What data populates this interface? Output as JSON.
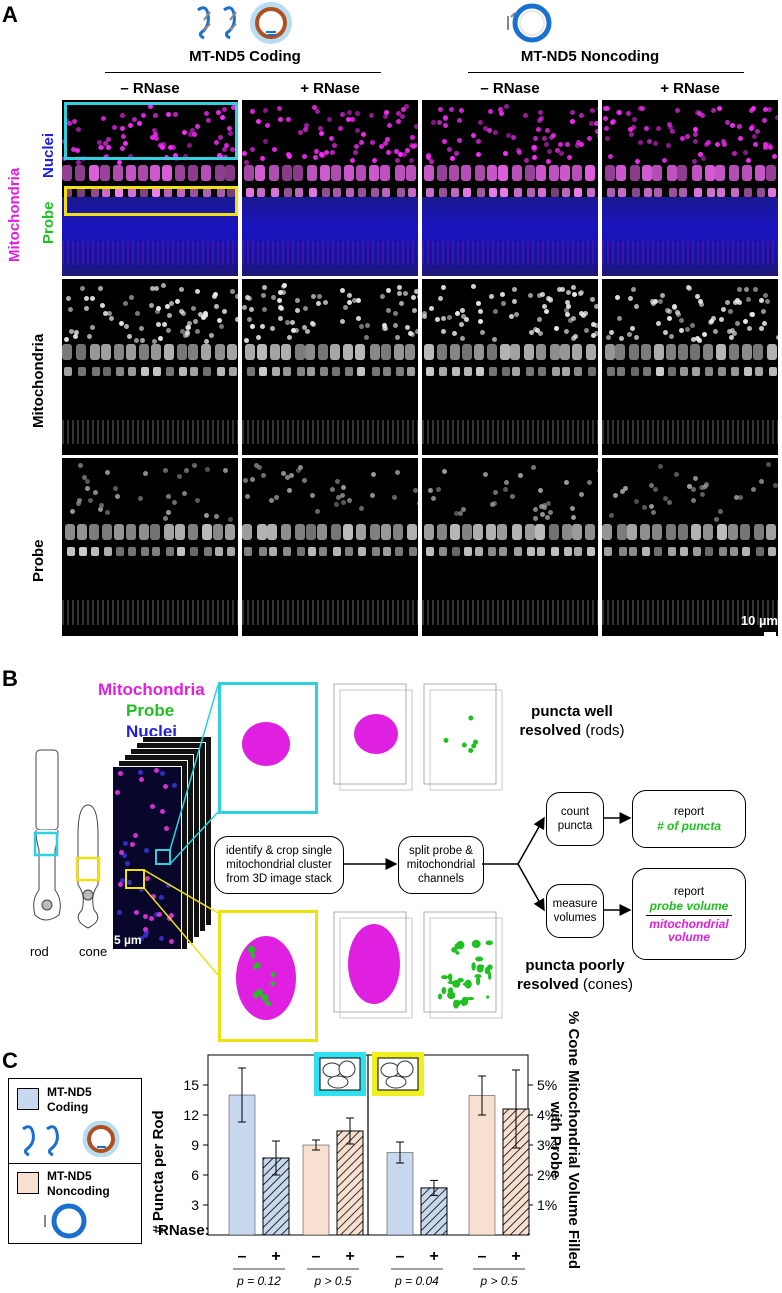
{
  "panelA": {
    "letter": "A",
    "col_group_1": "MT-ND5 Coding",
    "col_group_2": "MT-ND5 Noncoding",
    "col_minus": "– RNase",
    "col_plus": "+ RNase",
    "row_merge_labels": [
      "Mitochondria",
      "Nuclei",
      "Probe"
    ],
    "row_merge_colors": [
      "#e020e0",
      "#2020e0",
      "#20c020"
    ],
    "row_2": "Mitochondria",
    "row_3": "Probe",
    "scalebar": "10 µm"
  },
  "panelB": {
    "letter": "B",
    "legend": [
      "Mitochondria",
      "Probe",
      "Nuclei"
    ],
    "rod": "rod",
    "cone": "cone",
    "scalebar": "5 µm",
    "step1": "identify & crop single mitochondrial cluster from 3D image stack",
    "step2": "split probe & mitochondrial channels",
    "rods_head_1": "puncta well",
    "rods_head_2": "resolved",
    "rods_head_3": "(rods)",
    "cones_head_1": "puncta poorly",
    "cones_head_2": "resolved",
    "cones_head_3": "(cones)",
    "count": "count puncta",
    "measure": "measure volumes",
    "report": "report",
    "report_rods": "# of puncta",
    "report_num": "probe volume",
    "report_den": "mitochondrial volume"
  },
  "panelC": {
    "letter": "C",
    "legend_coding": "MT-ND5 Coding",
    "legend_noncoding": "MT-ND5 Noncoding",
    "ylabel_left": "# Puncta per Rod",
    "ylabel_right": "% Cone Mitochondrial Volume Filled with Probe",
    "rnase_label": "RNase:",
    "minus": "–",
    "plus": "+",
    "pvalues": [
      "p = 0.12",
      "p > 0.5",
      "p = 0.04",
      "p > 0.5"
    ]
  },
  "chart_data": {
    "type": "bar",
    "left_axis": {
      "ylabel": "# Puncta per Rod",
      "ylim": [
        0,
        18
      ],
      "ticks": [
        3,
        6,
        9,
        12,
        15
      ]
    },
    "right_axis": {
      "ylabel": "% Cone Mitochondrial Volume Filled with Probe",
      "ylim": [
        0,
        6
      ],
      "ticks": [
        "1%",
        "2%",
        "3%",
        "4%",
        "5%"
      ]
    },
    "categories": [
      "–",
      "+",
      "–",
      "+",
      "–",
      "+",
      "–",
      "+"
    ],
    "bars": [
      {
        "group": "rods",
        "probe": "MT-ND5 Coding",
        "rnase": "–",
        "value": 14.0,
        "err": 2.7,
        "axis": "left"
      },
      {
        "group": "rods",
        "probe": "MT-ND5 Coding",
        "rnase": "+",
        "value": 7.7,
        "err": 1.7,
        "axis": "left"
      },
      {
        "group": "rods",
        "probe": "MT-ND5 Noncoding",
        "rnase": "–",
        "value": 9.0,
        "err": 0.5,
        "axis": "left"
      },
      {
        "group": "rods",
        "probe": "MT-ND5 Noncoding",
        "rnase": "+",
        "value": 10.4,
        "err": 1.3,
        "axis": "left"
      },
      {
        "group": "cones",
        "probe": "MT-ND5 Coding",
        "rnase": "–",
        "value": 2.75,
        "err": 0.35,
        "axis": "right"
      },
      {
        "group": "cones",
        "probe": "MT-ND5 Coding",
        "rnase": "+",
        "value": 1.57,
        "err": 0.25,
        "axis": "right"
      },
      {
        "group": "cones",
        "probe": "MT-ND5 Noncoding",
        "rnase": "–",
        "value": 4.65,
        "err": 0.65,
        "axis": "right"
      },
      {
        "group": "cones",
        "probe": "MT-ND5 Noncoding",
        "rnase": "+",
        "value": 4.2,
        "err": 1.3,
        "axis": "right"
      }
    ],
    "colors": {
      "coding": "#c8d8ee",
      "noncoding": "#f8e0d0"
    }
  }
}
